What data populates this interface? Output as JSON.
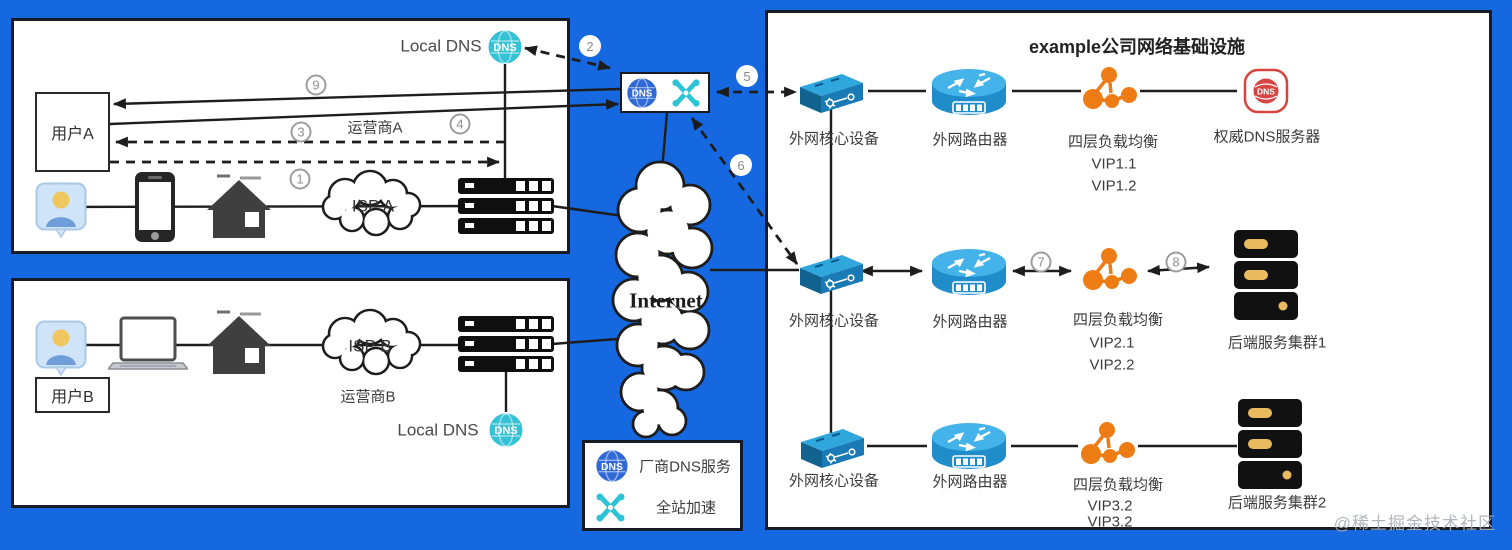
{
  "background_color": "#1568e0",
  "watermark": "@稀土掘金技术社区",
  "dns_glyph": "DNS",
  "internet_label": "Internet",
  "box_a": {
    "user": "用户A",
    "carrier": "运营商A",
    "isp": "ISP A",
    "local_dns": "Local DNS"
  },
  "box_b": {
    "user": "用户B",
    "carrier": "运营商B",
    "isp": "ISP B",
    "local_dns": "Local DNS"
  },
  "legend": {
    "vendor_dns": "厂商DNS服务",
    "site_acceleration": "全站加速"
  },
  "company": {
    "title": "example公司网络基础设施",
    "row1": {
      "core": "外网核心设备",
      "router": "外网路由器",
      "lb": "四层负载均衡",
      "vip_a": "VIP1.1",
      "vip_b": "VIP1.2",
      "endpoint": "权威DNS服务器"
    },
    "row2": {
      "core": "外网核心设备",
      "router": "外网路由器",
      "lb": "四层负载均衡",
      "vip_a": "VIP2.1",
      "vip_b": "VIP2.2",
      "endpoint": "后端服务集群1"
    },
    "row3": {
      "core": "外网核心设备",
      "router": "外网路由器",
      "lb": "四层负载均衡",
      "vip_a": "VIP3.2",
      "vip_b": "VIP3.2",
      "endpoint": "后端服务集群2"
    }
  },
  "steps": {
    "s1": "1",
    "s2": "2",
    "s3": "3",
    "s4": "4",
    "s5": "5",
    "s6": "6",
    "s7": "7",
    "s8": "8",
    "s9": "9"
  }
}
